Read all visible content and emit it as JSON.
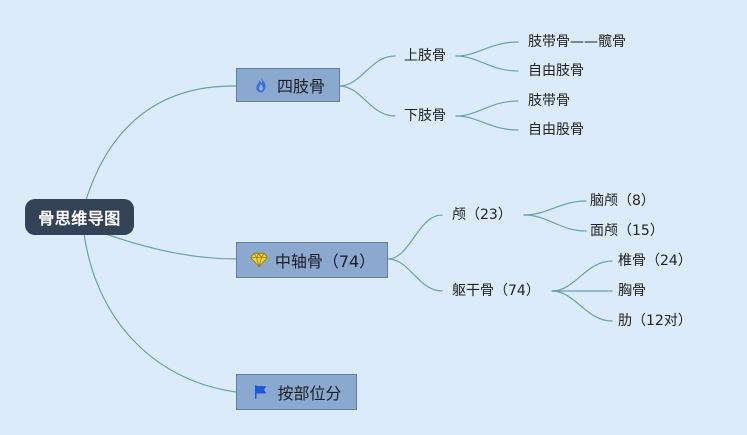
{
  "root": {
    "label": "骨思维导图"
  },
  "branches": [
    {
      "label": "四肢骨",
      "icon": "fire-icon",
      "children": [
        {
          "label": "上肢骨",
          "children": [
            {
              "label": "肢带骨——髋骨"
            },
            {
              "label": "自由肢骨"
            }
          ]
        },
        {
          "label": "下肢骨",
          "children": [
            {
              "label": "肢带骨"
            },
            {
              "label": "自由股骨"
            }
          ]
        }
      ]
    },
    {
      "label": "中轴骨（74）",
      "icon": "diamond-icon",
      "children": [
        {
          "label": "颅（23）",
          "children": [
            {
              "label": "脑颅（8）"
            },
            {
              "label": "面颅（15）"
            }
          ]
        },
        {
          "label": "躯干骨（74）",
          "children": [
            {
              "label": "椎骨（24）"
            },
            {
              "label": "胸骨"
            },
            {
              "label": "肋（12对）"
            }
          ]
        }
      ]
    },
    {
      "label": "按部位分",
      "icon": "flag-icon",
      "children": []
    }
  ],
  "colors": {
    "background": "#dcebf9",
    "root": "#334257",
    "branch": "#8ba9cf",
    "connector": "#6aa3a6"
  }
}
